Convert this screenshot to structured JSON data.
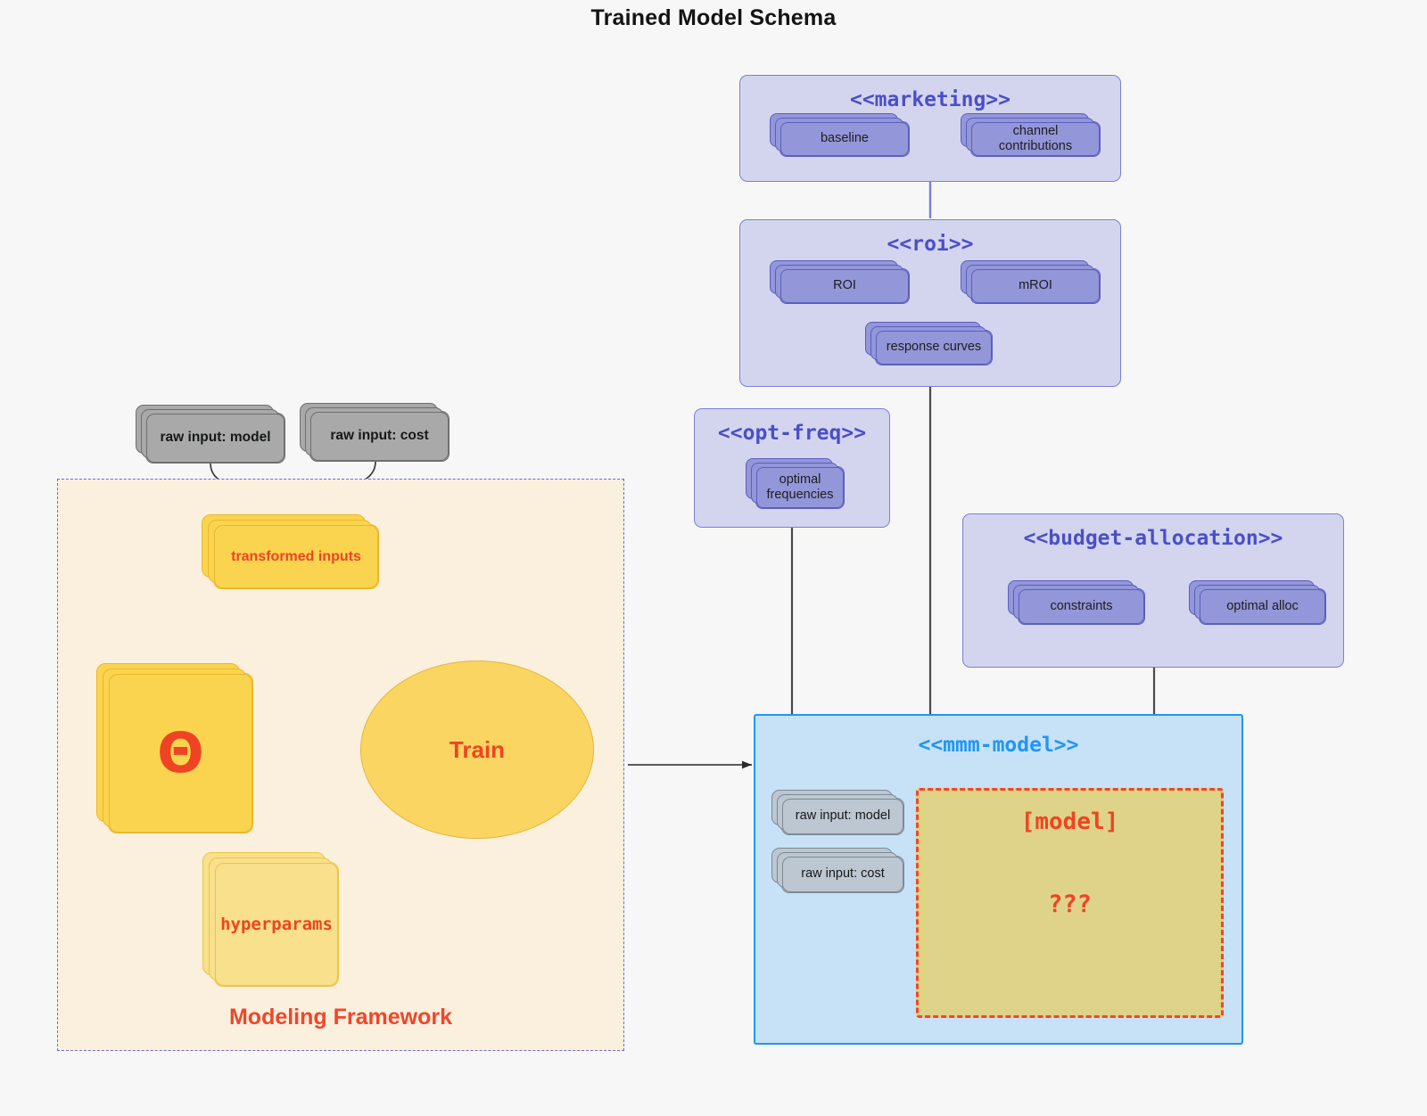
{
  "title": "Trained Model Schema",
  "colors": {
    "background": "#f7f7f7",
    "package_fill": "#d3d5ef",
    "package_border": "#7b7fd4",
    "package_title": "#4a4fc8",
    "purple_card_fill": "#9396d8",
    "purple_card_border": "#5a5fbe",
    "gray_card_dark": "#a9a9a9",
    "gray_card_light": "#bcc7d2",
    "framework_fill": "#faf0dd",
    "framework_border": "#6a6fc4",
    "yellow_strong": "#fbd44f",
    "yellow_soft": "#f9e08c",
    "accent_red": "#ef4424",
    "mmm_fill": "#c7e1f6",
    "mmm_border": "#2196f3",
    "model_fill": "#dfd389"
  },
  "packages": {
    "marketing": {
      "title": "<<marketing>>",
      "nodes": [
        {
          "label": "baseline"
        },
        {
          "label": "channel contributions"
        }
      ]
    },
    "roi": {
      "title": "<<roi>>",
      "nodes": [
        {
          "label": "ROI"
        },
        {
          "label": "mROI"
        },
        {
          "label": "response curves"
        }
      ]
    },
    "opt_freq": {
      "title": "<<opt-freq>>",
      "nodes": [
        {
          "label": "optimal\nfrequencies",
          "line1": "optimal",
          "line2": "frequencies"
        }
      ]
    },
    "budget_allocation": {
      "title": "<<budget-allocation>>",
      "nodes": [
        {
          "label": "constraints"
        },
        {
          "label": "optimal alloc"
        }
      ]
    },
    "mmm_model": {
      "title": "<<mmm-model>>",
      "inputs": [
        {
          "label": "raw input: model"
        },
        {
          "label": "raw input: cost"
        }
      ],
      "model_box": {
        "label": "[model]",
        "body": "???"
      }
    }
  },
  "framework": {
    "label": "Modeling Framework",
    "raw_inputs": [
      {
        "label": "raw input: model"
      },
      {
        "label": "raw input: cost"
      }
    ],
    "transformed_inputs": {
      "label": "transformed inputs"
    },
    "theta": {
      "label": "Θ"
    },
    "hyperparams": {
      "label": "hyperparams"
    },
    "train": {
      "label": "Train"
    }
  }
}
